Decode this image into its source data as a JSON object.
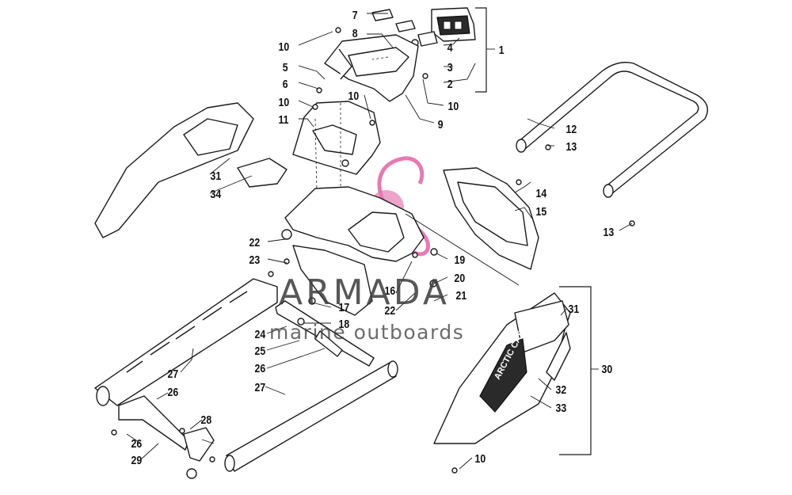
{
  "watermark": {
    "title": "ARMADA",
    "subtitle": "marine outboards",
    "logo_color": "#e05aa0"
  },
  "decal": {
    "text": "ARCTIC CAT"
  },
  "callouts": {
    "c1": "1",
    "c2": "2",
    "c3": "3",
    "c4": "4",
    "c5": "5",
    "c6": "6",
    "c7": "7",
    "c8": "8",
    "c9": "9",
    "c10a": "10",
    "c10b": "10",
    "c10c": "10",
    "c10d": "10",
    "c10e": "10",
    "c11": "11",
    "c12": "12",
    "c13a": "13",
    "c13b": "13",
    "c14": "14",
    "c15": "15",
    "c16": "16",
    "c17": "17",
    "c18": "18",
    "c19": "19",
    "c20": "20",
    "c21": "21",
    "c22a": "22",
    "c22b": "22",
    "c23": "23",
    "c24": "24",
    "c25": "25",
    "c26a": "26",
    "c26b": "26",
    "c26c": "26",
    "c27a": "27",
    "c27b": "27",
    "c28": "28",
    "c29": "29",
    "c30": "30",
    "c31a": "31",
    "c31b": "31",
    "c32": "32",
    "c33": "33",
    "c34": "34"
  }
}
